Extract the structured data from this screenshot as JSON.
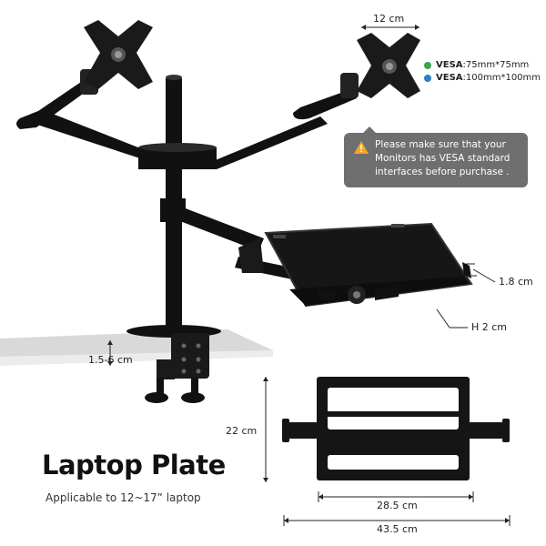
{
  "vesa": {
    "items": [
      {
        "label": "VESA",
        "value": ":75mm*75mm",
        "color": "#3aa54a"
      },
      {
        "label": "VESA",
        "value": ":100mm*100mm",
        "color": "#2a7fc9"
      }
    ]
  },
  "warning": {
    "text": "Please make sure that your Monitors has VESA standard interfaces before purchase ."
  },
  "dimensions": {
    "monitor_width": "12 cm",
    "tray_lip": "1.8 cm",
    "tray_height": "H 2 cm",
    "clamp_range": "1.5-6 cm",
    "plate_height": "22 cm",
    "plate_inner_width": "28.5 cm",
    "plate_outer_width": "43.5 cm"
  },
  "product": {
    "title": "Laptop Plate",
    "subtitle": "Applicable to 12~17” laptop"
  },
  "colors": {
    "metal": "#111111",
    "warning_bg": "#6f6f6f",
    "warning_icon": "#f5a623"
  }
}
